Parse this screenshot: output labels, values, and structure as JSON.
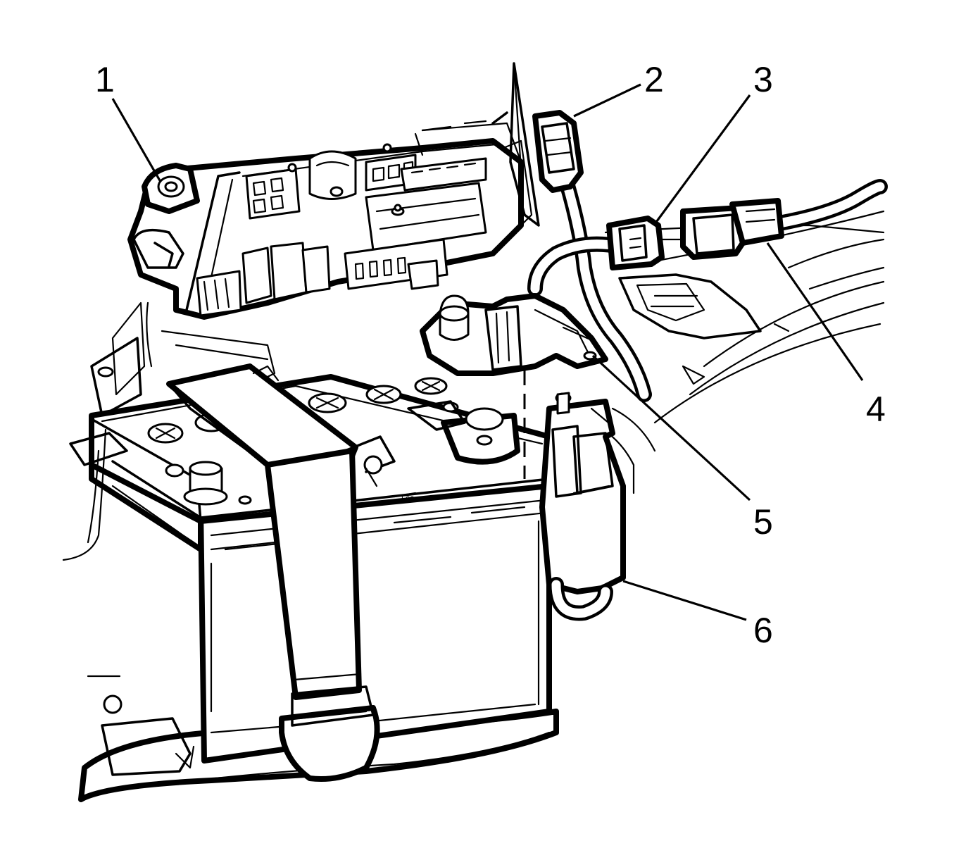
{
  "diagram": {
    "callouts": [
      {
        "id": "1",
        "label": "1"
      },
      {
        "id": "2",
        "label": "2"
      },
      {
        "id": "3",
        "label": "3"
      },
      {
        "id": "4",
        "label": "4"
      },
      {
        "id": "5",
        "label": "5"
      },
      {
        "id": "6",
        "label": "6"
      }
    ],
    "battery_marking": "L62"
  },
  "colors": {
    "line": "#000000",
    "background": "#ffffff"
  }
}
